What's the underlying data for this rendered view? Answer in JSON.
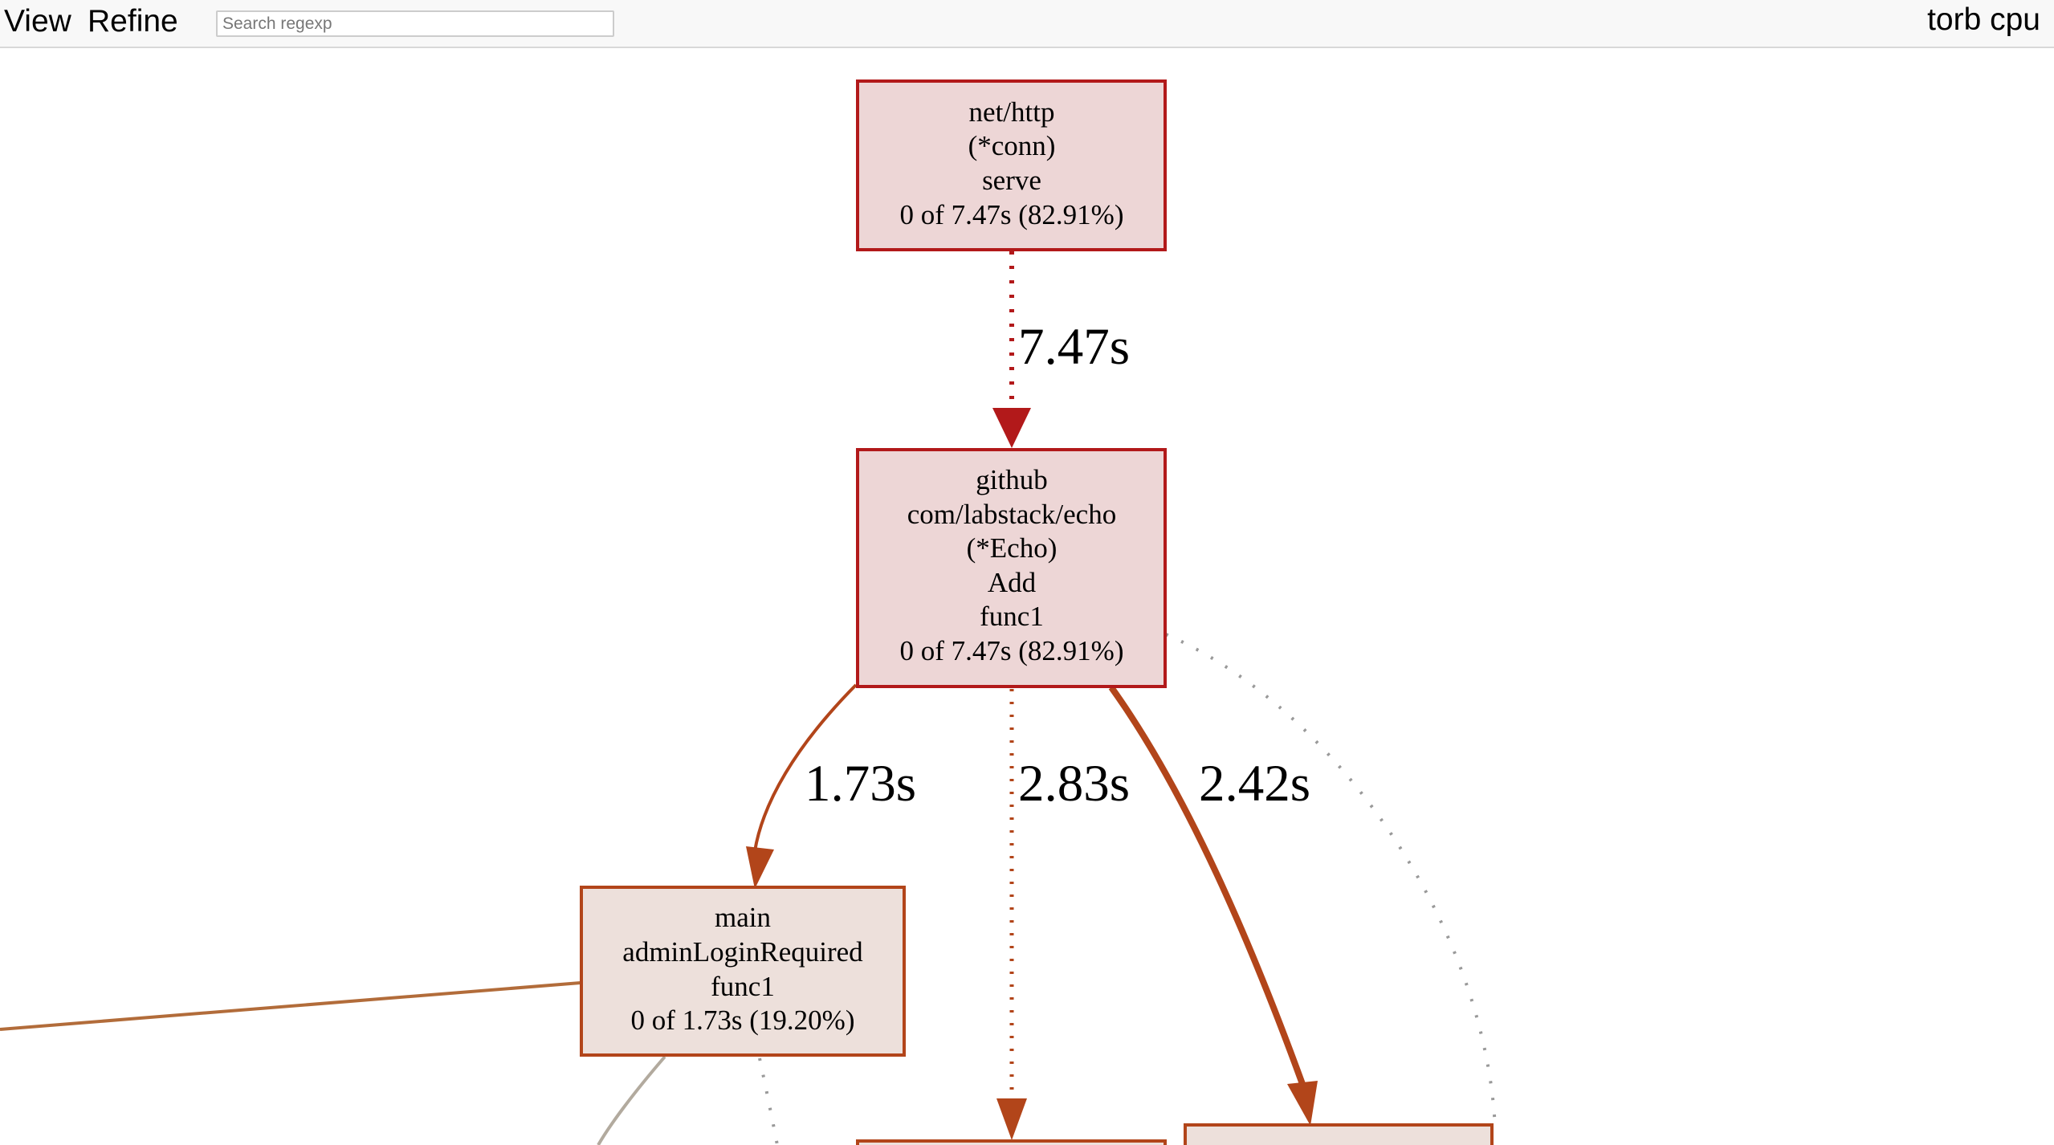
{
  "toolbar": {
    "view_label": "View",
    "refine_label": "Refine",
    "search_placeholder": "Search regexp",
    "title": "torb cpu"
  },
  "graph": {
    "nodes": [
      {
        "id": "n1",
        "lines": [
          "net/http",
          "(*conn)",
          "serve",
          "0 of 7.47s (82.91%)"
        ]
      },
      {
        "id": "n2",
        "lines": [
          "github",
          "com/labstack/echo",
          "(*Echo)",
          "Add",
          "func1",
          "0 of 7.47s (82.91%)"
        ]
      },
      {
        "id": "n3",
        "lines": [
          "main",
          "adminLoginRequired",
          "func1",
          "0 of 1.73s (19.20%)"
        ]
      }
    ],
    "edges": [
      {
        "from": "net/http (*conn) serve",
        "to": "github.com/labstack/echo (*Echo) Add func1",
        "label": "7.47s"
      },
      {
        "from": "github.com/labstack/echo (*Echo) Add func1",
        "to": "main adminLoginRequired func1",
        "label": "1.73s"
      },
      {
        "from": "github.com/labstack/echo (*Echo) Add func1",
        "to": "",
        "label": "2.83s"
      },
      {
        "from": "github.com/labstack/echo (*Echo) Add func1",
        "to": "",
        "label": "2.42s"
      }
    ]
  },
  "colors": {
    "hot_border": "#b2191a",
    "hot_fill": "#edd6d6",
    "warm_border": "#b2451a",
    "warm_fill": "#ede0db",
    "tan_edge": "#b26c3a",
    "grey_edge": "#b2aa9e",
    "dotted_edge": "#999999"
  }
}
